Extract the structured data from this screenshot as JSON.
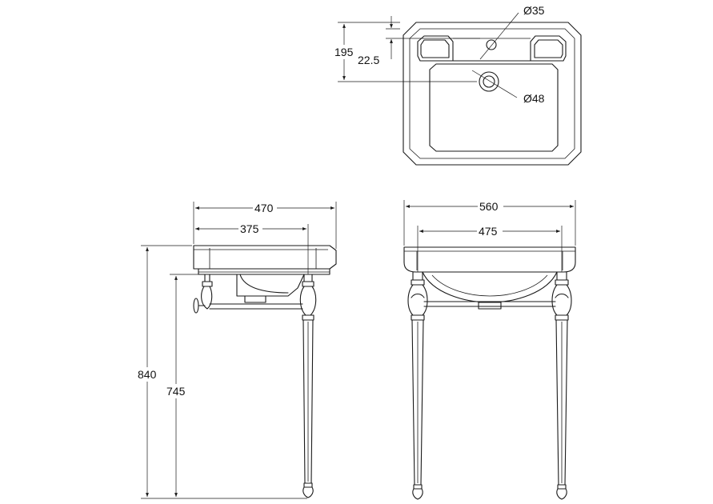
{
  "colors": {
    "line": "#1a1a1a",
    "background": "#ffffff"
  },
  "labels": {
    "tap_hole_diameter": "Ø35",
    "waste_hole_diameter": "Ø48",
    "waste_from_back": "195",
    "tap_hole_offset": "22.5",
    "side_depth": "470",
    "side_leg_depth": "375",
    "front_width": "560",
    "front_leg_span": "475",
    "total_height": "840",
    "leg_height": "745"
  }
}
